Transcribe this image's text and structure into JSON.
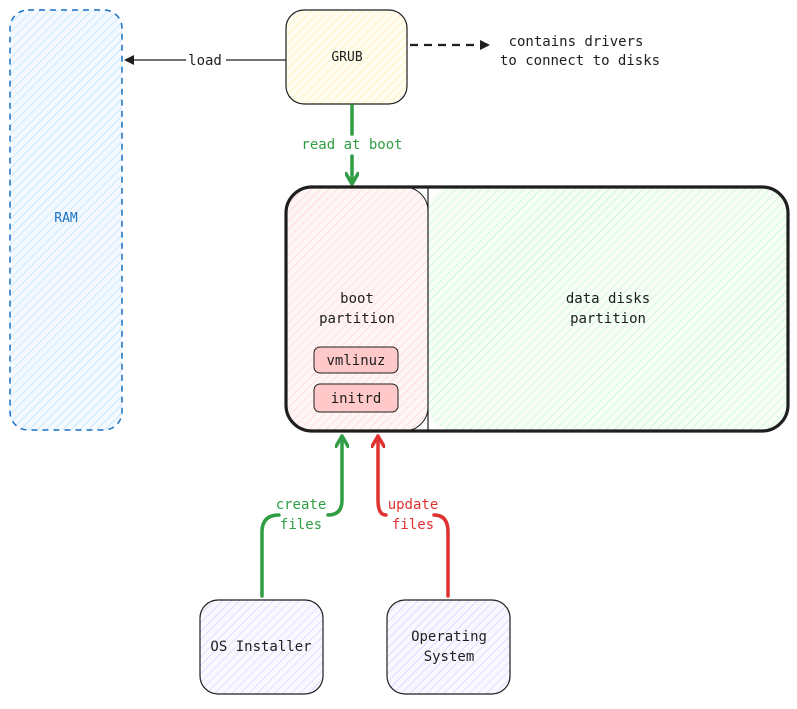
{
  "nodes": {
    "ram": {
      "label": "RAM"
    },
    "grub": {
      "label": "GRUB"
    },
    "boot_partition": {
      "line1": "boot",
      "line2": "partition"
    },
    "data_partition": {
      "line1": "data disks",
      "line2": "partition"
    },
    "vmlinuz": {
      "label": "vmlinuz"
    },
    "initrd": {
      "label": "initrd"
    },
    "os_installer": {
      "label": "OS Installer"
    },
    "operating_system": {
      "line1": "Operating",
      "line2": "System"
    }
  },
  "edges": {
    "load": {
      "label": "load"
    },
    "grub_note": {
      "line1": "contains drivers",
      "line2": "to connect to disks"
    },
    "read_at_boot": {
      "label": "read at boot"
    },
    "create_files": {
      "line1": "create",
      "line2": "files"
    },
    "update_files": {
      "line1": "update",
      "line2": "files"
    }
  },
  "colors": {
    "ram_stroke": "#1971c2",
    "ram_text": "#1971c2",
    "grub_fill": "#fff9db",
    "boot_fill": "#ffe3e3",
    "data_fill": "#ebfbee",
    "file_fill": "#ffc9c9",
    "os_fill": "#f3f0ff",
    "green": "#2f9e44",
    "red": "#e03131",
    "ink": "#1e1e1e"
  }
}
